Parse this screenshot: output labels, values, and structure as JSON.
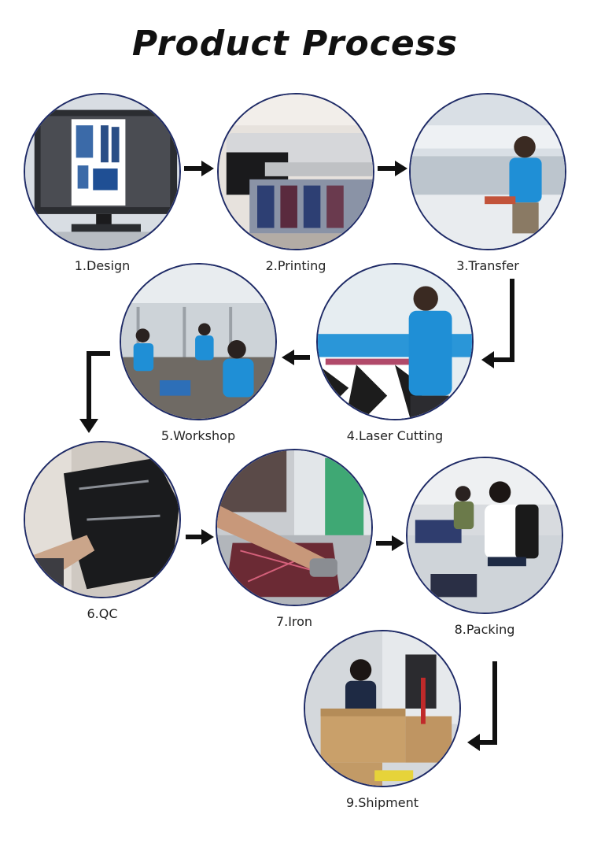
{
  "title": "Product Process",
  "steps": [
    {
      "label": "1.Design"
    },
    {
      "label": "2.Printing"
    },
    {
      "label": "3.Transfer"
    },
    {
      "label": "4.Laser Cutting"
    },
    {
      "label": "5.Workshop"
    },
    {
      "label": "6.QC"
    },
    {
      "label": "7.Iron"
    },
    {
      "label": "8.Packing"
    },
    {
      "label": "9.Shipment"
    }
  ],
  "colors": {
    "circle_border": "#1e2a66",
    "arrow": "#111111",
    "worker_shirt": "#1f8fd6"
  }
}
